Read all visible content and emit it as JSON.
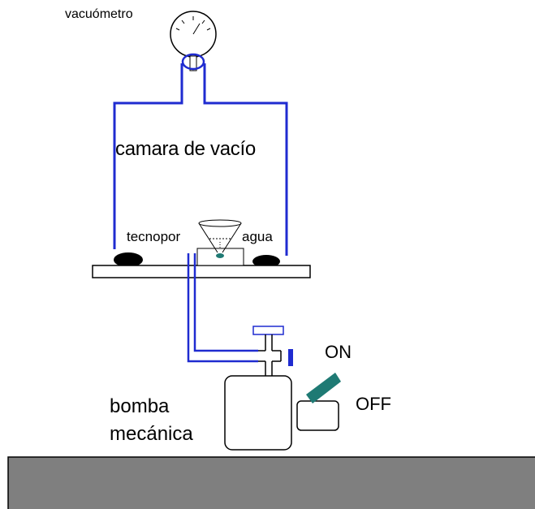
{
  "labels": {
    "vacuometro": "vacuómetro",
    "camara": "camara de vacío",
    "tecnopor": "tecnopor",
    "agua": "agua",
    "on": "ON",
    "off": "OFF",
    "bomba_line1": "bomba",
    "bomba_line2": "mecánica"
  },
  "colors": {
    "tube": "#1f2bd0",
    "outline": "#000000",
    "bench": "#7f7f7f",
    "lever": "#1f7a74",
    "water_drop": "#1f7a74"
  }
}
